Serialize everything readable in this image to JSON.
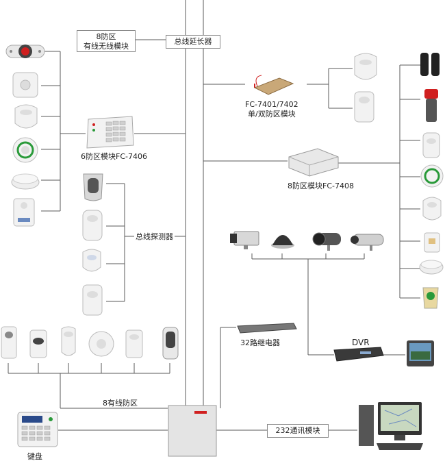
{
  "labels": {
    "zone8_wireless_line1": "8防区",
    "zone8_wireless_line2": "有线无线模块",
    "bus_extender": "总线延长器",
    "fc7401_line1": "FC-7401/7402",
    "fc7401_line2": "单/双防区模块",
    "fc7406": "6防区模块FC-7406",
    "fc7408": "8防区模块FC-7408",
    "bus_detector": "总线探测器",
    "relay32": "32路继电器",
    "dvr": "DVR",
    "wired_zone8": "8有线防区",
    "comm232": "232通讯模块",
    "keypad": "键盘"
  },
  "colors": {
    "wire": "#5a5a5a",
    "device_white": "#f2f2f2",
    "device_edge": "#b8b8b8",
    "accent_red": "#d02020",
    "accent_green": "#2a9a3a",
    "panel": "#e4e4e4"
  }
}
